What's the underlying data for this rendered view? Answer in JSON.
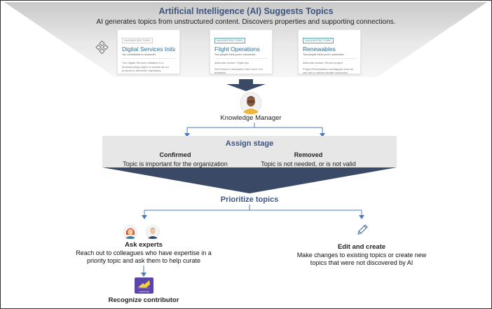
{
  "header": {
    "title": "Artificial Intelligence (AI) Suggests Topics",
    "subtitle": "AI generates topics from unstructured content. Discovers properties and supporting connections."
  },
  "cards": [
    {
      "tag": "SUGGESTED TOPIC",
      "title": "Digital Services Initiat...",
      "meta": "You contributed to resources",
      "extra": "",
      "description": "The Digital Services Initiative is a brainstorming project to enable all our projects to transform regulatory compliance by gathering the best ideas..."
    },
    {
      "tag": "SUGGESTED TOPIC",
      "title": "Flight Operations",
      "meta": "Two people think you're connected",
      "extra": "Alternate names: Flight ops",
      "description": "We'll show a description here once it is available."
    },
    {
      "tag": "SUGGESTED TOPIC",
      "title": "Renewables",
      "meta": "Two people think you're connected",
      "extra": "Alternate names: Renew project",
      "description": "Project Renewables investigates how we can get to carbon neutral production processes for our newest consumer and..."
    }
  ],
  "knowledge_manager": {
    "label": "Knowledge Manager"
  },
  "assign_stage": {
    "title": "Assign stage",
    "confirmed": {
      "title": "Confirmed",
      "text": "Topic is important for the organization"
    },
    "removed": {
      "title": "Removed",
      "text": "Topic is not needed, or is not valid"
    }
  },
  "prioritize": {
    "title": "Prioritize topics"
  },
  "ask_experts": {
    "title": "Ask experts",
    "text_line1": "Reach out to colleagues who have expertise in a",
    "text_line2": "priority topic and ask them to help curate"
  },
  "edit_create": {
    "title": "Edit and create",
    "text_line1": "Make changes to existing topics or create new",
    "text_line2": "topics that were not discovered by AI"
  },
  "recognize": {
    "title": "Recognize contributor",
    "badge_caption": "Leadership"
  },
  "icons": {
    "topics": "diamond-cluster-icon",
    "manager": "person-avatar-icon",
    "experts": "two-people-avatar-icon",
    "edit": "pencil-icon",
    "badge": "contributor-badge-icon"
  },
  "colors": {
    "title_blue": "#3b5580",
    "arrow_blue": "#4a7cc0",
    "funnel_dark": "#3a4a66",
    "funnel_grey": "#e7e7e7",
    "badge_purple": "#5b45a8"
  }
}
